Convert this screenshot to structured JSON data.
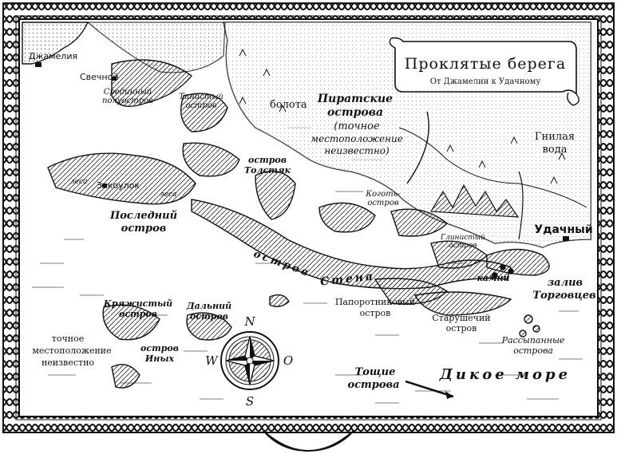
{
  "map": {
    "title": "Проклятые берега",
    "subtitle": "От Джамелии к Удачному",
    "labels": {
      "dzhameliya": "Джамелия",
      "svechnoy": "Свечной",
      "sredinny_1": "Срединный",
      "sredinny_2": "полуостров",
      "tinisty_1": "Тинистый",
      "tinisty_2": "остров",
      "bolota": "болота",
      "piratskie_1": "Пиратские",
      "piratskie_2": "острова",
      "unknown_pos_1": "(точное",
      "unknown_pos_2": "местоположение",
      "unknown_pos_3": "неизвестно)",
      "gnilaya_1": "Гнилая",
      "gnilaya_2": "вода",
      "tolstyak_1": "остров",
      "tolstyak_2": "Толстяк",
      "lesa_1": "леса",
      "zakoulok": "Закоулок",
      "lesa_2": "леса",
      "kogot_1": "Коготь-",
      "kogot_2": "остров",
      "posledny_1": "Последний",
      "posledny_2": "остров",
      "udachny": "Удачный",
      "glinisty_1": "Глинистый",
      "glinisty_2": "остров",
      "ostrov_stena_1": "остров",
      "ostrov_stena_2": "Стена",
      "kamni": "камни",
      "zaliv_1": "залив",
      "zaliv_2": "Торговцев",
      "paporotnik_1": "Папоротниковый",
      "paporotnik_2": "остров",
      "staryshechy_1": "Старушечий",
      "staryshechy_2": "остров",
      "kryazhisty_1": "Кряжистый",
      "kryazhisty_2": "остров",
      "dalny_1": "Дальний",
      "dalny_2": "остров",
      "rassypannye_1": "Рассыпанные",
      "rassypannye_2": "острова",
      "tochnoe_1": "точное",
      "tochnoe_2": "местоположение",
      "tochnoe_3": "неизвестно",
      "inykh_1": "остров",
      "inykh_2": "Иных",
      "toshchie_1": "Тощие",
      "toshchie_2": "острова",
      "dikoe_more": "Дикое море"
    },
    "compass": {
      "n": "N",
      "s": "S",
      "w": "W",
      "e": "O"
    }
  }
}
